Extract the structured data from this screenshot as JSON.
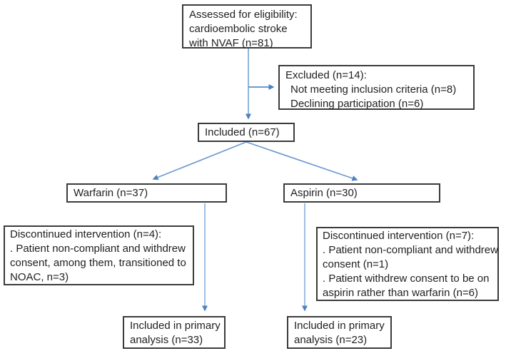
{
  "diagram": {
    "type": "consort-flowchart",
    "colors": {
      "box_border": "#3b3b3b",
      "text": "#1f1f1f",
      "background": "#ffffff",
      "arrow_line": "#8fb4de",
      "arrow_line_strong": "#6d9ad1",
      "arrow_head": "#4f81bd"
    },
    "boxes": {
      "assessed": {
        "lines": [
          "Assessed for eligibility:",
          "cardioembolic stroke",
          "with NVAF (n=81)"
        ],
        "n": 81
      },
      "excluded": {
        "lines": [
          "Excluded (n=14):",
          "Not meeting inclusion criteria (n=8)",
          "Declining participation (n=6)"
        ],
        "n": 14
      },
      "included": {
        "lines": [
          "Included (n=67)"
        ],
        "n": 67
      },
      "warfarin": {
        "lines": [
          "Warfarin (n=37)"
        ],
        "n": 37
      },
      "aspirin": {
        "lines": [
          "Aspirin (n=30)"
        ],
        "n": 30
      },
      "discontinued_warfarin": {
        "lines": [
          "Discontinued intervention (n=4):",
          ". Patient non-compliant and withdrew",
          "consent, among them, transitioned to",
          "NOAC, n=3)"
        ],
        "n": 4
      },
      "discontinued_aspirin": {
        "lines": [
          "Discontinued intervention (n=7):",
          ". Patient non-compliant and withdrew",
          "consent (n=1)",
          ". Patient withdrew consent to be on",
          "aspirin rather than warfarin (n=6)"
        ],
        "n": 7
      },
      "primary_warfarin": {
        "lines": [
          "Included in primary",
          "analysis (n=33)"
        ],
        "n": 33
      },
      "primary_aspirin": {
        "lines": [
          "Included in primary",
          "analysis (n=23)"
        ],
        "n": 23
      }
    }
  }
}
